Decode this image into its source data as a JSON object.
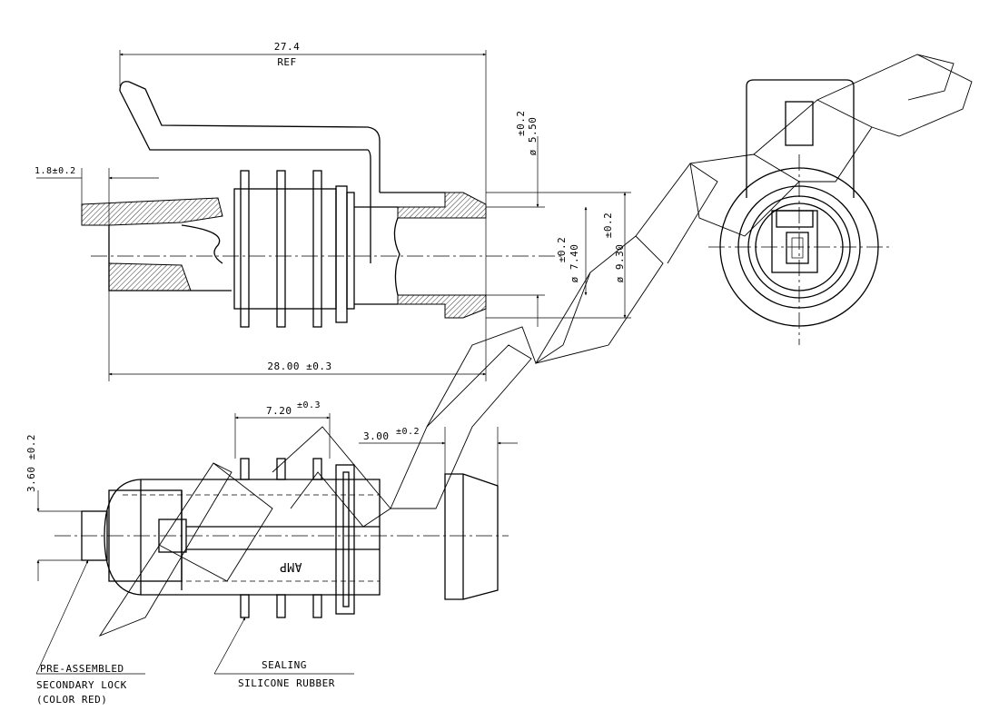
{
  "dimensions": {
    "overall_ref_value": "27.4",
    "overall_ref_note": "REF",
    "left_offset": "1.8±0.2",
    "body_length": "28.00 ±0.3",
    "dia_550_tol": "±0.2",
    "dia_550_value": "ø 5.50",
    "dia_740_tol": "±0.2",
    "dia_740_value": "ø 7.40",
    "dia_930_tol": "±0.2",
    "dia_930_value": "ø 9.30",
    "seal_pitch_value": "7.20",
    "seal_pitch_tol": "±0.3",
    "flange_gap_value": "3.00",
    "flange_gap_tol": "±0.2",
    "lock_height": "3.60 ±0.2"
  },
  "callouts": {
    "lock_line1": "PRE-ASSEMBLED",
    "lock_line2": "SECONDARY LOCK",
    "lock_line3": "(COLOR RED)",
    "seal_line1": "SEALING",
    "seal_line2": "SILICONE RUBBER"
  },
  "body_marking": "AMP"
}
